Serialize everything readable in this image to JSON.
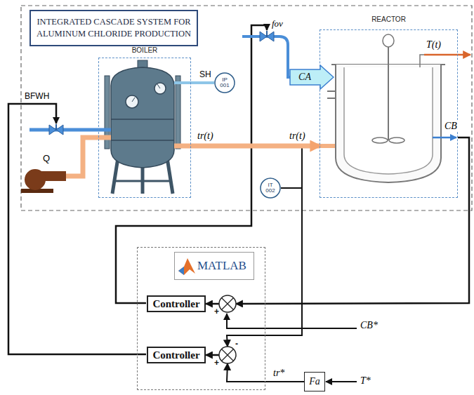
{
  "diagram": {
    "nodes": [
      {
        "text": [
          "INTEGRATED CASCADE SYSTEM FOR ALUMINUM CHLORIDE PRODUCTION"
        ]
      },
      {
        "text": [
          "BOILER"
        ]
      },
      {
        "text": [
          "IP",
          "001"
        ]
      },
      {
        "text": [
          "REACTOR"
        ]
      },
      {
        "text": [
          "CA"
        ]
      },
      {
        "text": [
          "IT",
          "002"
        ]
      },
      {
        "text": [
          "MATLAB"
        ]
      },
      {
        "text": [
          "Controller"
        ],
        "in": 6
      },
      {
        "text": [
          "+"
        ],
        "in": 6
      },
      {
        "text": [
          "Controller"
        ],
        "in": 6
      },
      {
        "text": [
          "+",
          "-"
        ],
        "in": 6
      },
      {
        "text": [
          "Fa"
        ]
      }
    ],
    "edges": [
      {
        "from": 1,
        "to": 2,
        "arrow": "none",
        "label": "SH"
      },
      {
        "from": 1,
        "to": 3,
        "arrow": "to",
        "label": "tr(t)"
      },
      {
        "from": 3,
        "to": 8,
        "arrow": "to"
      },
      {
        "from": 5,
        "to": 10,
        "arrow": "to"
      },
      {
        "from": 8,
        "to": 7,
        "arrow": "to"
      },
      {
        "from": 10,
        "to": 9,
        "arrow": "to"
      },
      {
        "from": 11,
        "to": 10,
        "arrow": "to",
        "label": "tr*"
      }
    ],
    "labels": [
      "BFWH",
      "Q",
      "fov",
      "T(t)",
      "CB",
      "tr(t)",
      "CB*",
      "T*"
    ]
  }
}
